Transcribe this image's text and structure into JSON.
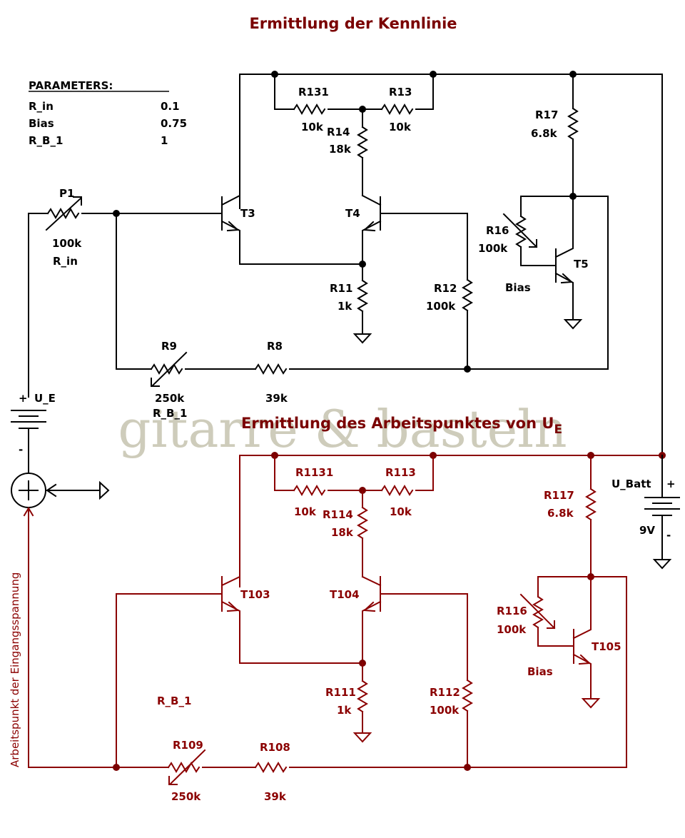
{
  "titles": {
    "top": "Ermittlung der Kennlinie",
    "bottom_prefix": "Ermittlung des Arbeitspunktes von U",
    "bottom_subscript": "E"
  },
  "watermark": "gitarre & basteln",
  "parameters": {
    "header": "PARAMETERS:",
    "rows": [
      {
        "name": "R_in",
        "value": "0.1"
      },
      {
        "name": "Bias",
        "value": "0.75"
      },
      {
        "name": "R_B_1",
        "value": "1"
      }
    ]
  },
  "top_circuit": {
    "P1": {
      "ref": "P1",
      "value": "100k",
      "param": "R_in"
    },
    "R131": {
      "ref": "R131",
      "value": "10k"
    },
    "R13": {
      "ref": "R13",
      "value": "10k"
    },
    "R14": {
      "ref": "R14",
      "value": "18k"
    },
    "R17": {
      "ref": "R17",
      "value": "6.8k"
    },
    "R16": {
      "ref": "R16",
      "value": "100k",
      "param": "Bias"
    },
    "R11": {
      "ref": "R11",
      "value": "1k"
    },
    "R12": {
      "ref": "R12",
      "value": "100k"
    },
    "R9": {
      "ref": "R9",
      "value": "250k",
      "param": "R_B_1"
    },
    "R8": {
      "ref": "R8",
      "value": "39k"
    },
    "T3": "T3",
    "T4": "T4",
    "T5": "T5",
    "U_E": {
      "ref": "U_E",
      "plus": "+",
      "minus": "-"
    }
  },
  "bottom_circuit": {
    "R1131": {
      "ref": "R1131",
      "value": "10k"
    },
    "R113": {
      "ref": "R113",
      "value": "10k"
    },
    "R114": {
      "ref": "R114",
      "value": "18k"
    },
    "R117": {
      "ref": "R117",
      "value": "6.8k"
    },
    "R116": {
      "ref": "R116",
      "value": "100k",
      "param": "Bias"
    },
    "R111": {
      "ref": "R111",
      "value": "1k"
    },
    "R112": {
      "ref": "R112",
      "value": "100k"
    },
    "R109": {
      "ref": "R109",
      "value": "250k"
    },
    "R108": {
      "ref": "R108",
      "value": "39k"
    },
    "R_B_1_label": "R_B_1",
    "T103": "T103",
    "T104": "T104",
    "T105": "T105",
    "U_Batt": {
      "ref": "U_Batt",
      "value": "9V",
      "plus": "+",
      "minus": "-"
    }
  },
  "side_label": "Arbeitspunkt der Eingangsspannung",
  "colors": {
    "top_wires": "#000000",
    "bottom_wires": "#8b0000",
    "title": "#7a0000",
    "watermark": "#c9c7b4"
  }
}
